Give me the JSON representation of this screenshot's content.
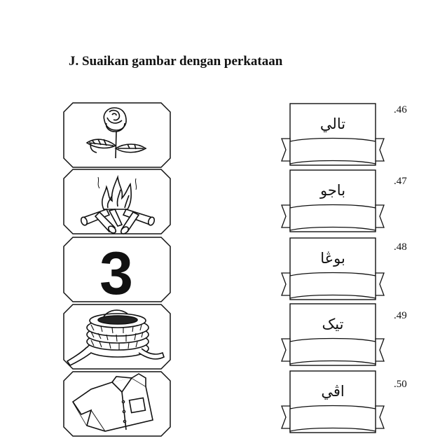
{
  "section": {
    "title": "J.  Suaikan gambar dengan perkataan"
  },
  "pictures": [
    {
      "name": "rose-flower-picture"
    },
    {
      "name": "campfire-picture"
    },
    {
      "name": "number-three-picture",
      "text": "3"
    },
    {
      "name": "coiled-rope-picture"
    },
    {
      "name": "shirt-picture"
    }
  ],
  "words": [
    {
      "number": ".46",
      "arabic": "تالي"
    },
    {
      "number": ".47",
      "arabic": "باجو"
    },
    {
      "number": ".48",
      "arabic": "بوڠا"
    },
    {
      "number": ".49",
      "arabic": "تيک"
    },
    {
      "number": ".50",
      "arabic": "اڤي"
    }
  ]
}
